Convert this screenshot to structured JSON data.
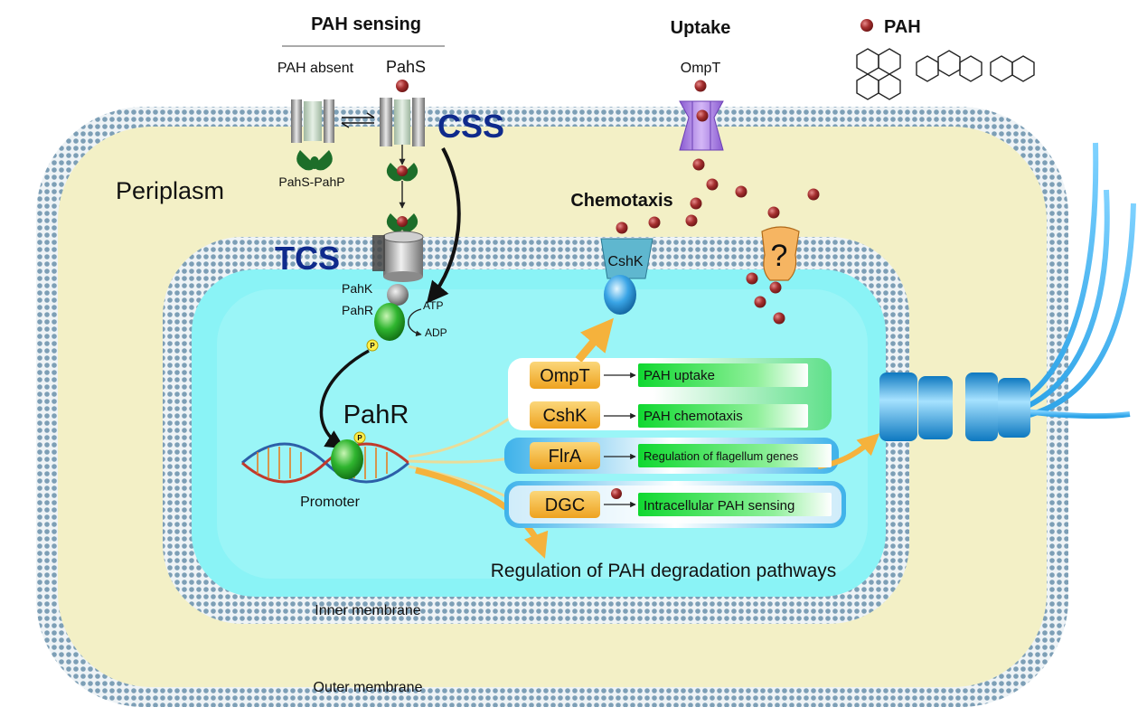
{
  "labels": {
    "pah_sensing": "PAH sensing",
    "pah_absent": "PAH absent",
    "pahs": "PahS",
    "pahs_pahp": "PahS-PahP",
    "css": "CSS",
    "tcs": "TCS",
    "periplasm": "Periplasm",
    "uptake": "Uptake",
    "ompt_top": "OmpT",
    "pah_legend": "PAH",
    "chemotaxis": "Chemotaxis",
    "cshk_receptor": "CshK",
    "question": "?",
    "pahk": "PahK",
    "pahr_small": "PahR",
    "atp": "ATP",
    "adp": "ADP",
    "phospho": "P",
    "pahr_big": "PahR",
    "promoter": "Promoter",
    "regulation_degradation": "Regulation of PAH degradation pathways",
    "inner_membrane": "Inner membrane",
    "outer_membrane": "Outer membrane"
  },
  "genes": [
    {
      "gene": "OmpT",
      "function": "PAH uptake"
    },
    {
      "gene": "CshK",
      "function": "PAH chemotaxis"
    },
    {
      "gene": "FlrA",
      "function": "Regulation of flagellum genes"
    },
    {
      "gene": "DGC",
      "function": "Intracellular PAH sensing"
    }
  ],
  "colors": {
    "periplasm": "#f3f0c6",
    "cytoplasm": "#8af3f6",
    "membrane": "#7a9db8",
    "pah_dot": "#a12e2e",
    "gene_box": "#f5b23c",
    "function_box": "#22dd44",
    "flagellum": "#1aa3e0",
    "navy_text": "#0f2a8c"
  }
}
